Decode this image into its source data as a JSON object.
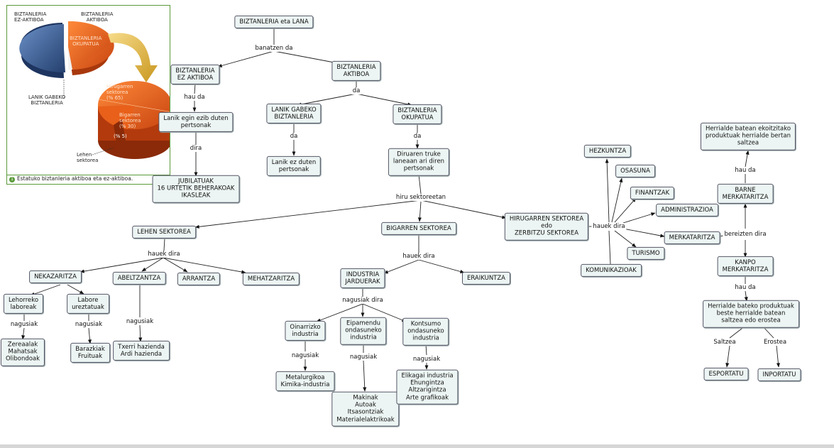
{
  "figure": {
    "label_inactive": "BIZTANLERIA\nEZ-AKTIBOA",
    "label_active": "BIZTANLERIA\nAKTIBOA",
    "label_employed": "BIZTANLERIA\nOKUPATUA",
    "label_unemployed": "LANIK GABEKO\nBIZTANLERIA",
    "label_tertiary": "Hirugarren\nsektorea\n(% 65)",
    "label_secondary": "Bigarren\nsektorea\n(% 30)",
    "label_primary_pct": "(% 5)",
    "label_primary": "Lehen\nsektorea",
    "caption_num": "1",
    "caption": "Estatuko biztanleria aktiboa eta ez-aktiboa."
  },
  "nodes": {
    "biztanleria_lana": "BIZTANLERIA eta LANA",
    "ez_aktiboa": "BIZTANLERIA\nEZ AKTIBOA",
    "aktiboa": "BIZTANLERIA\nAKTIBOA",
    "lanik_egin": "Lanik egin ezib duten\npertsonak",
    "jubilatuak": "JUBILATUAK\n16 URTETIK BEHERAKOAK\nIKASLEAK",
    "lanik_gabeko": "LANIK GABEKO\nBIZTANLERIA",
    "okupatua": "BIZTANLERIA\nOKUPATUA",
    "lanik_ez": "Lanik ez duten\npertsonak",
    "diruaren": "Diruaren truke\nlaneaan ari diren\npertsonak",
    "lehen": "LEHEN SEKTOREA",
    "bigarren": "BIGARREN SEKTOREA",
    "hirugarren": "HIRUGARREN SEKTOREA\nedo\nZERBITZU SEKTOREA",
    "nekazaritza": "NEKAZARITZA",
    "abeltzantza": "ABELTZANTZA",
    "arrantza": "ARRANTZA",
    "mehatzaritza": "MEHATZARITZA",
    "lehorreko": "Lehorreko\nlaboreak",
    "labore": "Labore\nureztatuak",
    "zereaalak": "Zereaalak\nMahatsak\nOlibondoak",
    "barazkiak": "Barazkiak\nFruituak",
    "txerri": "Txerri hazienda\nArdi hazienda",
    "industria": "INDUSTRIA\nJARDUERAK",
    "eraikuntza": "ERAIKUNTZA",
    "oinarrizko": "Oinarrizko\nindustria",
    "eipamendu": "Eipamendu\nondasuneko\nindustria",
    "kontsumo": "Kontsumo\nondasuneko\nindustria",
    "metalurgikoa": "Metalurgikoa\nKimika-industria",
    "makinak": "Makinak\nAutoak\nItsasontziak\nMaterialelaktrikoak",
    "elikagai": "Elikagai industria\nEhungintza\nAltzarigintza\nArte grafikoak",
    "hezkuntza": "HEZKUNTZA",
    "osasuna": "OSASUNA",
    "finantzak": "FINANTZAK",
    "administrazioa": "ADMINISTRAZIOA",
    "merkataritza": "MERKATARITZA",
    "turismo": "TURISMO",
    "komunikazioak": "KOMUNIKAZIOAK",
    "herrialde_batean": "Herrialde batean ekoitzitako\nproduktuak herrialde bertan\nsaltzea",
    "barne": "BARNE\nMERKATARITZA",
    "kanpo": "KANPO\nMERKATARITZA",
    "herrialde_bateko": "Herrialde bateko produktuak\nbeste herrialde batean\nsaltzea edo erostea",
    "esportatu": "ESPORTATU",
    "inportatu": "INPORTATU"
  },
  "links": {
    "banatzen_da": "banatzen da",
    "hau_da_1": "hau da",
    "dira": "dira",
    "da_1": "da",
    "da_2": "da",
    "da_3": "da",
    "hiru_sektoreetan": "hiru sektoreetan",
    "hauek_dira_1": "hauek dira",
    "hauek_dira_2": "hauek dira",
    "hauek_dira_3": "hauek dira",
    "nagusiak_1": "nagusiak",
    "nagusiak_2": "nagusiak",
    "nagusiak_3": "nagusiak",
    "nagusiak_dira": "nagusiak dira",
    "nagusiak_4": "nagusiak",
    "nagusiak_5": "nagusiak",
    "nagusiak_6": "nagusiak",
    "bereizten_dira": "bereizten dira",
    "hau_da_2": "hau da",
    "hau_da_3": "hau da",
    "saltzea": "Saltzea",
    "erostea": "Erostea"
  }
}
